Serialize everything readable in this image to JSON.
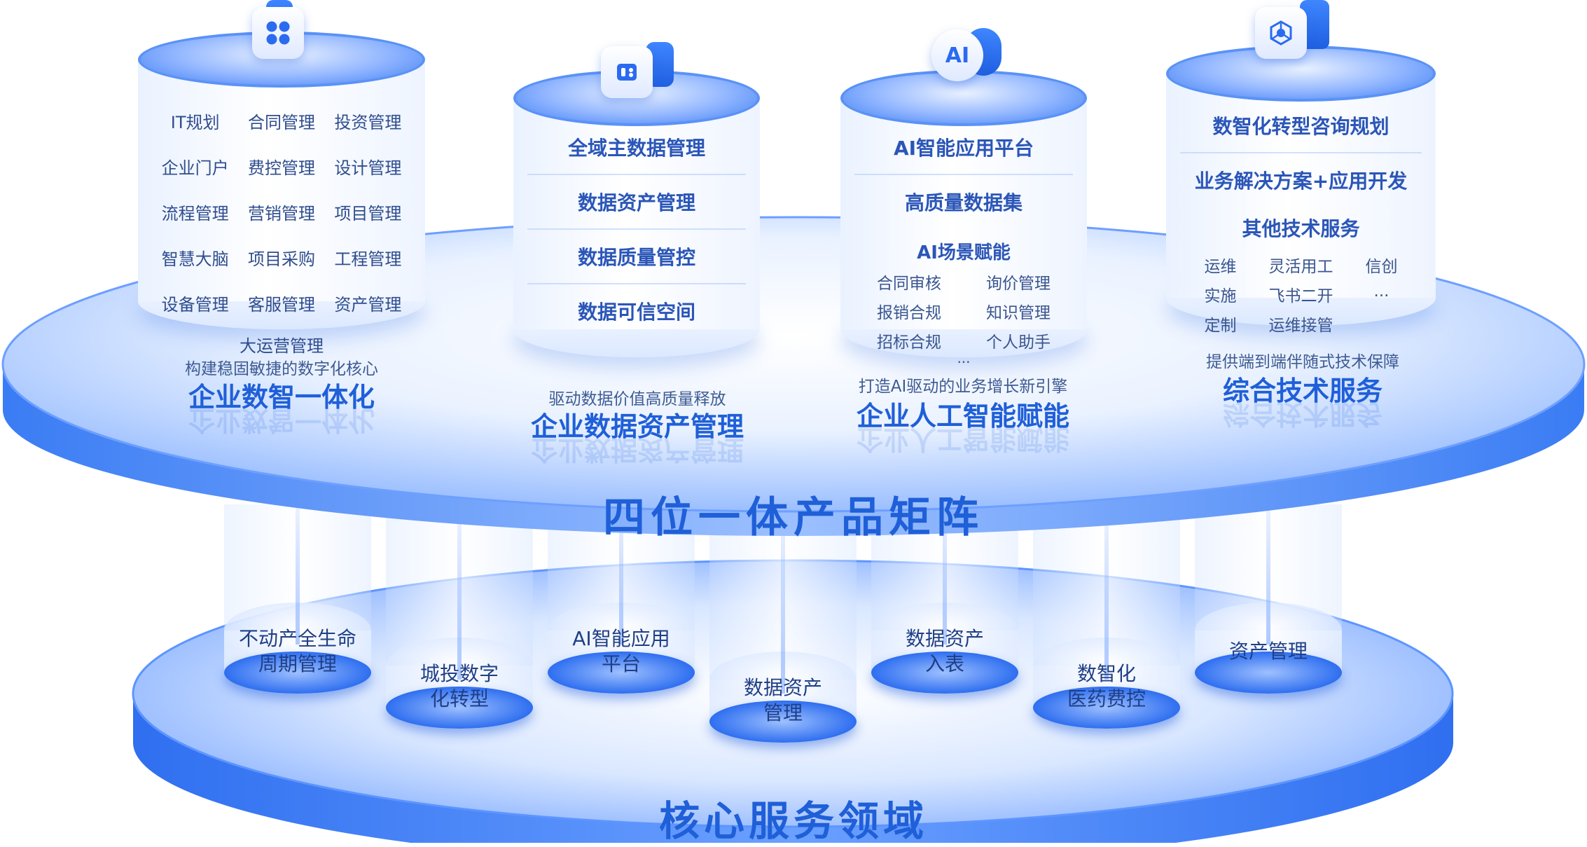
{
  "main_title": "四位一体产品矩阵",
  "bottom_title": "核心服务领域",
  "products": [
    {
      "icon": "grid-icon",
      "items": [
        "IT规划",
        "合同管理",
        "投资管理",
        "企业门户",
        "费控管理",
        "设计管理",
        "流程管理",
        "营销管理",
        "项目管理",
        "智慧大脑",
        "项目采购",
        "工程管理",
        "设备管理",
        "客服管理",
        "资产管理"
      ],
      "last_item": "大运营管理",
      "caption_sub": "构建稳固敏捷的数字化核心",
      "caption_main": "企业数智一体化"
    },
    {
      "icon": "database-icon",
      "items": [
        "全域主数据管理",
        "数据资产管理",
        "数据质量管控",
        "数据可信空间"
      ],
      "caption_sub": "驱动数据价值高质量释放",
      "caption_main": "企业数据资产管理"
    },
    {
      "icon": "ai-icon",
      "icon_text": "AI",
      "items": [
        "AI智能应用平台",
        "高质量数据集"
      ],
      "sub_title": "AI场景赋能",
      "sub_items": [
        "合同审核",
        "询价管理",
        "报销合规",
        "知识管理",
        "招标合规",
        "个人助手"
      ],
      "ellipsis": "...",
      "caption_sub": "打造AI驱动的业务增长新引擎",
      "caption_main": "企业人工智能赋能"
    },
    {
      "icon": "network-icon",
      "items": [
        "数智化转型咨询规划",
        "业务解决方案+应用开发"
      ],
      "sub_title": "其他技术服务",
      "sub_items": [
        "运维",
        "灵活用工",
        "信创",
        "实施",
        "飞书二开",
        "...",
        "定制",
        "运维接管"
      ],
      "caption_sub": "提供端到端伴随式技术保障",
      "caption_main": "综合技术服务"
    }
  ],
  "services": [
    {
      "line1": "不动产全生命",
      "line2": "周期管理"
    },
    {
      "line1": "城投数字",
      "line2": "化转型"
    },
    {
      "line1": "AI智能应用",
      "line2": "平台"
    },
    {
      "line1": "数据资产",
      "line2": "管理"
    },
    {
      "line1": "数据资产",
      "line2": "入表"
    },
    {
      "line1": "数智化",
      "line2": "医药费控"
    },
    {
      "line1": "资产管理",
      "line2": ""
    }
  ],
  "colors": {
    "accent": "#1f5fd8",
    "platform": "#3b7ef4",
    "platform_light": "#e6efff"
  }
}
